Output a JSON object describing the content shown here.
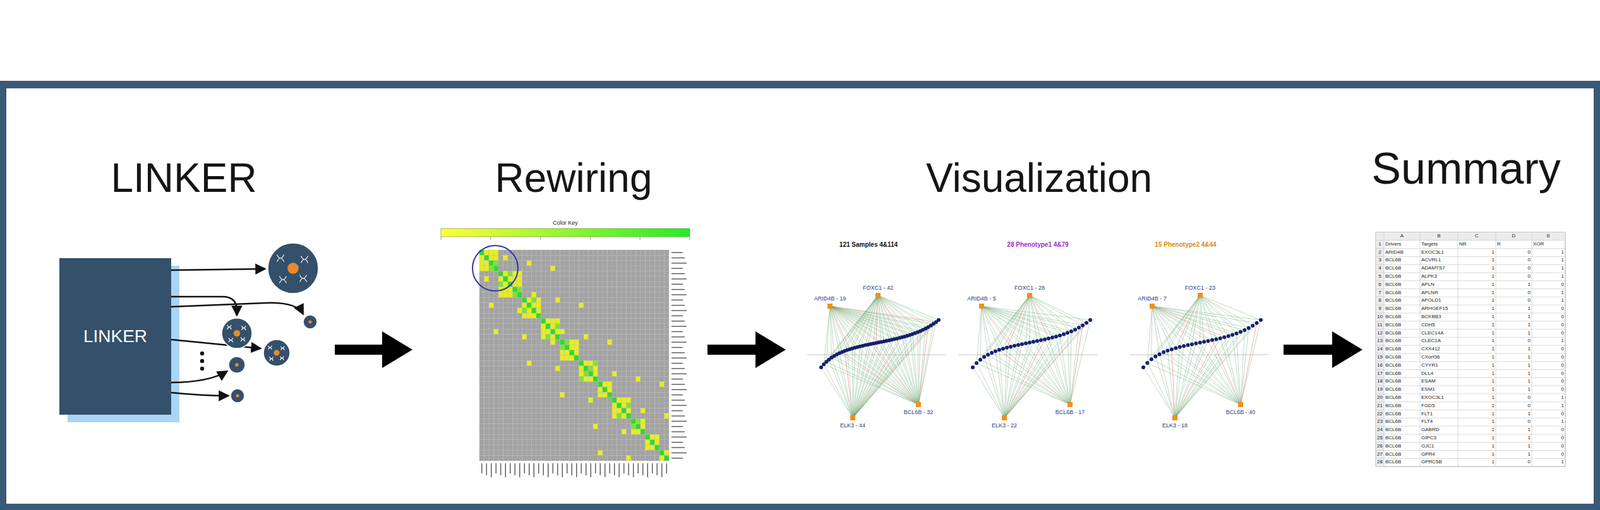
{
  "diagram": {
    "nodes": [
      {
        "text": [
          "LINKER"
        ]
      }
    ],
    "labels": [
      "LINKER",
      "Rewiring",
      "Visualization",
      "Summary",
      "Color Key",
      "121 Samples 4&114",
      "28 Phenotype1 4&79",
      "15 Phenotype2 4&44",
      "ARID4B - 19",
      "FOXC1 - 42",
      "ELK3 - 44",
      "BCL6B - 32",
      "ARID4B - 5",
      "FOXC1 - 28",
      "ELK3 - 22",
      "BCL6B - 17",
      "ARID4B - 7",
      "FOXC1 - 23",
      "ELK3 - 18",
      "BCL6B - 40",
      "A",
      "B",
      "C",
      "D",
      "E",
      "1",
      "Drivers",
      "Targets",
      "NR",
      "R",
      "XOR",
      "2",
      "ARID4B",
      "EXOC3L1",
      "1",
      "0",
      "1",
      "3",
      "BCL6B",
      "ACVRL1",
      "1",
      "0",
      "1",
      "4",
      "BCL6B",
      "ADAMTS7",
      "1",
      "0",
      "1",
      "5",
      "BCL6B",
      "ALPK3",
      "1",
      "0",
      "1",
      "6",
      "BCL6B",
      "APLN",
      "1",
      "1",
      "0",
      "7",
      "BCL6B",
      "APLNR",
      "1",
      "0",
      "1",
      "8",
      "BCL6B",
      "APOLD1",
      "1",
      "0",
      "1",
      "9",
      "BCL6B",
      "ARHGEF15",
      "1",
      "1",
      "0",
      "10",
      "BCL6B",
      "BCKBB3",
      "1",
      "1",
      "0",
      "11",
      "BCL6B",
      "CDH5",
      "1",
      "1",
      "0",
      "12",
      "BCL6B",
      "CLEC14A",
      "1",
      "1",
      "0",
      "13",
      "BCL6B",
      "CLEC1A",
      "1",
      "0",
      "1",
      "14",
      "BCL6B",
      "CXX412",
      "1",
      "1",
      "0",
      "15",
      "BCL6B",
      "CXorf36",
      "1",
      "1",
      "0",
      "16",
      "BCL6B",
      "CYYR1",
      "1",
      "1",
      "0",
      "17",
      "BCL6B",
      "DLL4",
      "1",
      "1",
      "0",
      "18",
      "BCL6B",
      "ESAM",
      "1",
      "1",
      "0",
      "19",
      "BCL6B",
      "ESM1",
      "1",
      "1",
      "0",
      "20",
      "BCL6B",
      "EXOC3L1",
      "1",
      "0",
      "1",
      "21",
      "BCL6B",
      "FGD5",
      "1",
      "0",
      "1",
      "22",
      "BCL6B",
      "FLT1",
      "1",
      "1",
      "0",
      "23",
      "BCL6B",
      "FLT4",
      "1",
      "0",
      "1",
      "24",
      "BCL6B",
      "GABRD",
      "1",
      "1",
      "0",
      "25",
      "BCL6B",
      "GIPC3",
      "1",
      "1",
      "0",
      "26",
      "BCL6B",
      "GJC1",
      "1",
      "1",
      "0",
      "27",
      "BCL6B",
      "GPR4",
      "1",
      "1",
      "0",
      "28",
      "BCL6B",
      "GPRC5B",
      "1",
      "0",
      "1"
    ]
  }
}
